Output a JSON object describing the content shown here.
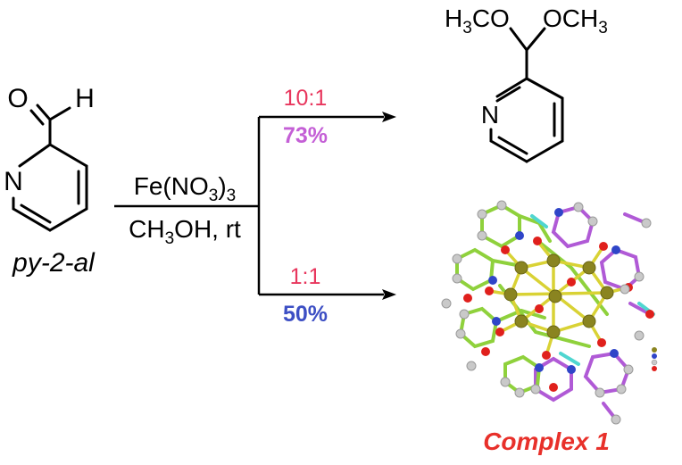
{
  "reactant": {
    "label": "py-2-al",
    "atom_O": "O",
    "atom_H": "H",
    "atom_N": "N"
  },
  "conditions": {
    "reagent_main": "Fe(NO",
    "reagent_sub1": "3",
    "reagent_close": ")",
    "reagent_sub2": "3",
    "solvent_pre": "CH",
    "solvent_sub": "3",
    "solvent_post": "OH, rt"
  },
  "upper_branch": {
    "ratio": "10:1",
    "yield": "73%",
    "ratio_color": "#e8365d",
    "yield_color": "#c45fd6"
  },
  "lower_branch": {
    "ratio": "1:1",
    "yield": "50%",
    "ratio_color": "#e8365d",
    "yield_color": "#3d4fc4"
  },
  "product_acetal": {
    "left_group_pre": "H",
    "left_group_sub": "3",
    "left_group_post": "CO",
    "right_group_pre": "OCH",
    "right_group_sub": "3",
    "atom_N": "N"
  },
  "product_complex": {
    "label": "Complex 1",
    "label_color": "#e8302a"
  }
}
